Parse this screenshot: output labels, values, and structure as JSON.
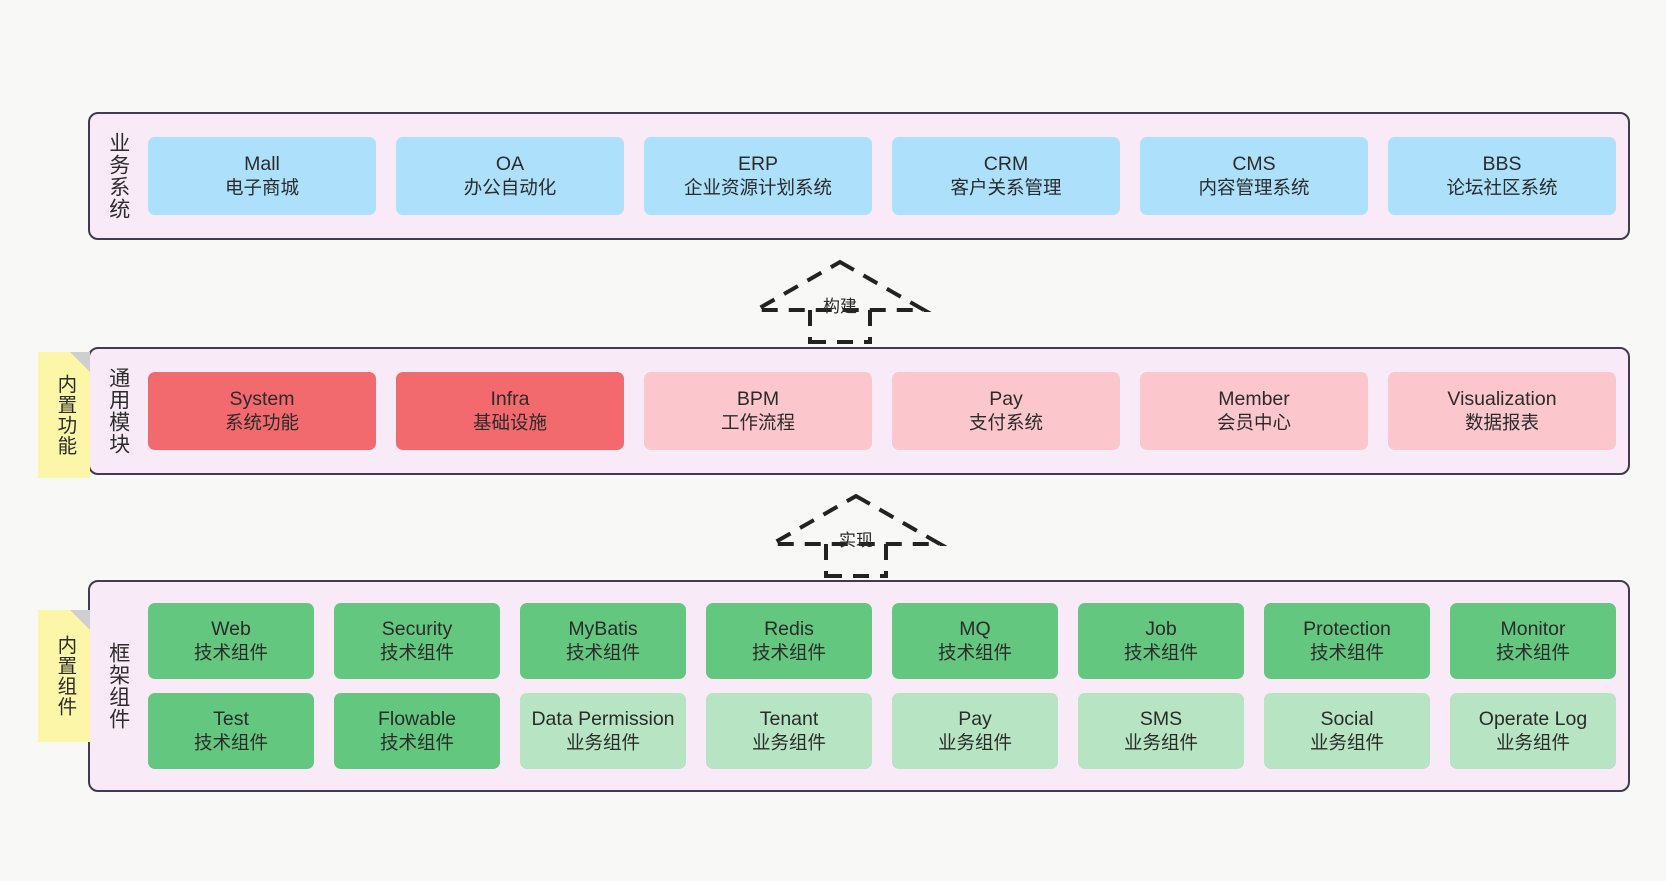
{
  "meta": {
    "background_color": "#f8f8f7",
    "container_fill": "#f8ebf7",
    "container_border": "#413b4d"
  },
  "layers": [
    {
      "id": "business",
      "title": "业务系统",
      "box_color": "#ace0fb",
      "rows": [
        [
          {
            "en": "Mall",
            "cn": "电子商城"
          },
          {
            "en": "OA",
            "cn": "办公自动化"
          },
          {
            "en": "ERP",
            "cn": "企业资源计划系统"
          },
          {
            "en": "CRM",
            "cn": "客户关系管理"
          },
          {
            "en": "CMS",
            "cn": "内容管理系统"
          },
          {
            "en": "BBS",
            "cn": "论坛社区系统"
          }
        ]
      ]
    },
    {
      "id": "modules",
      "title": "通用模块",
      "box_color": "#fbc7cc",
      "accent_color": "#f2696e",
      "rows": [
        [
          {
            "en": "System",
            "cn": "系统功能",
            "accent": true
          },
          {
            "en": "Infra",
            "cn": "基础设施",
            "accent": true
          },
          {
            "en": "BPM",
            "cn": "工作流程"
          },
          {
            "en": "Pay",
            "cn": "支付系统"
          },
          {
            "en": "Member",
            "cn": "会员中心"
          },
          {
            "en": "Visualization",
            "cn": "数据报表"
          }
        ]
      ]
    },
    {
      "id": "framework",
      "title": "框架组件",
      "box_color": "#b7e4c2",
      "accent_color": "#63c77f",
      "rows": [
        [
          {
            "en": "Web",
            "cn": "技术组件",
            "accent": true
          },
          {
            "en": "Security",
            "cn": "技术组件",
            "accent": true
          },
          {
            "en": "MyBatis",
            "cn": "技术组件",
            "accent": true
          },
          {
            "en": "Redis",
            "cn": "技术组件",
            "accent": true
          },
          {
            "en": "MQ",
            "cn": "技术组件",
            "accent": true
          },
          {
            "en": "Job",
            "cn": "技术组件",
            "accent": true
          },
          {
            "en": "Protection",
            "cn": "技术组件",
            "accent": true
          },
          {
            "en": "Monitor",
            "cn": "技术组件",
            "accent": true
          }
        ],
        [
          {
            "en": "Test",
            "cn": "技术组件",
            "accent": true
          },
          {
            "en": "Flowable",
            "cn": "技术组件",
            "accent": true
          },
          {
            "en": "Data Permission",
            "cn": "业务组件"
          },
          {
            "en": "Tenant",
            "cn": "业务组件"
          },
          {
            "en": "Pay",
            "cn": "业务组件"
          },
          {
            "en": "SMS",
            "cn": "业务组件"
          },
          {
            "en": "Social",
            "cn": "业务组件"
          },
          {
            "en": "Operate Log",
            "cn": "业务组件"
          }
        ]
      ]
    }
  ],
  "arrows": [
    {
      "id": "build",
      "label": "构建",
      "style": "dashed-hollow-triangle-up"
    },
    {
      "id": "impl",
      "label": "实现",
      "style": "dashed-hollow-triangle-up"
    }
  ],
  "notes": [
    {
      "id": "builtin-func",
      "text": "内置功能",
      "color": "#fbf6a8"
    },
    {
      "id": "builtin-comp",
      "text": "内置组件",
      "color": "#fbf6a8"
    }
  ]
}
